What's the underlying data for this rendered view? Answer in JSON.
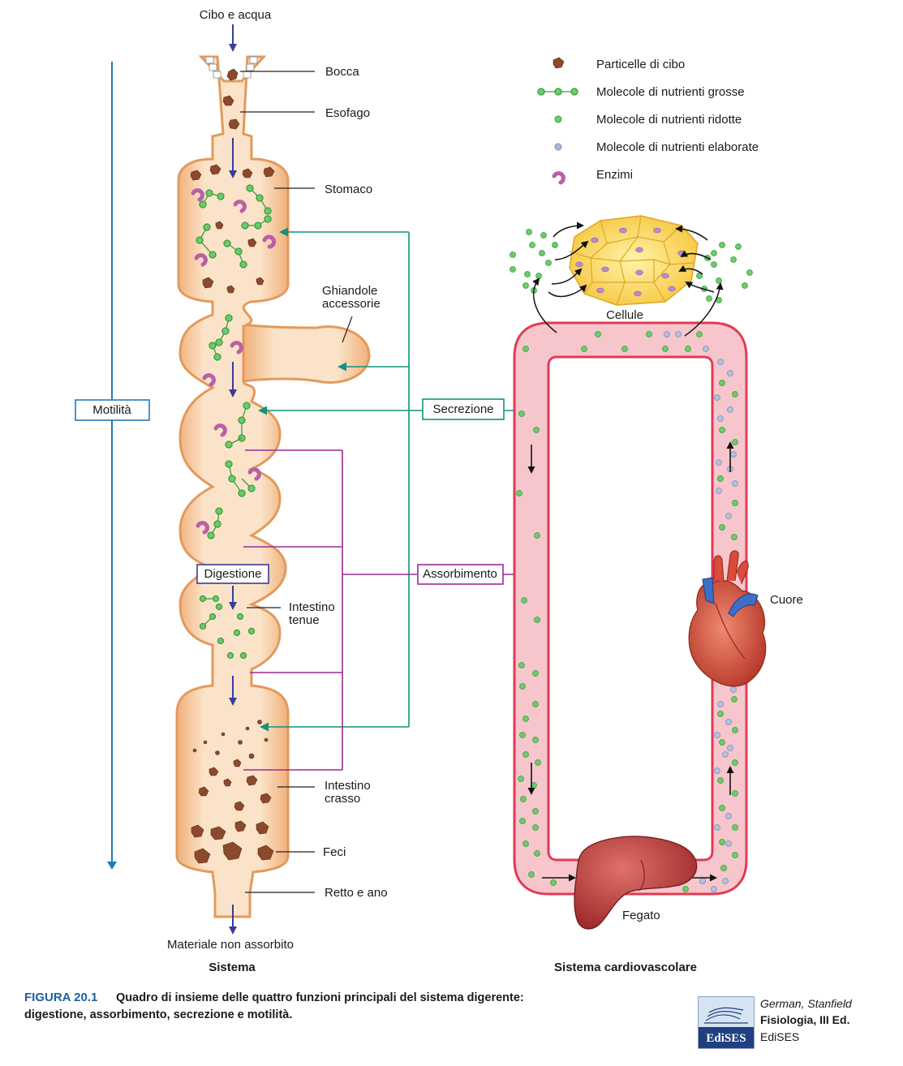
{
  "labels": {
    "input": "Cibo e acqua",
    "mouth": "Bocca",
    "esophagus": "Esofago",
    "stomach": "Stomaco",
    "glands_line1": "Ghiandole",
    "glands_line2": "accessorie",
    "small_int_line1": "Intestino",
    "small_int_line2": "tenue",
    "large_int_line1": "Intestino",
    "large_int_line2": "crasso",
    "feces": "Feci",
    "rectum": "Retto e ano",
    "output": "Materiale non assorbito",
    "cells": "Cellule",
    "heart": "Cuore",
    "liver": "Fegato"
  },
  "process_boxes": {
    "motility": "Motilità",
    "secretion": "Secrezione",
    "digestion": "Digestione",
    "absorption": "Assorbimento"
  },
  "legend": [
    {
      "icon": "food-particle-icon",
      "label": "Particelle di cibo"
    },
    {
      "icon": "large-molecule-icon",
      "label": "Molecole di nutrienti grosse"
    },
    {
      "icon": "small-molecule-icon",
      "label": "Molecole di nutrienti ridotte"
    },
    {
      "icon": "processed-molecule-icon",
      "label": "Molecole di nutrienti elaborate"
    },
    {
      "icon": "enzyme-icon",
      "label": "Enzimi"
    }
  ],
  "system_titles": {
    "digestive": "Sistema",
    "cardiovascular": "Sistema cardiovascolare"
  },
  "caption": {
    "figure": "FIGURA 20.1",
    "line1": "Quadro di insieme delle quattro funzioni principali del sistema digerente:",
    "line2": "digestione, assorbimento, secrezione e motilità."
  },
  "publisher": {
    "authors": "German, Stanfield",
    "book": "Fisiologia, III Ed.",
    "name": "EdiSES",
    "logo_text": "EdiSES"
  },
  "colors": {
    "gut_fill": "#f6c79c",
    "gut_stroke": "#e29a5c",
    "vessel_stroke": "#e23a55",
    "vessel_fill": "#f7c6cc",
    "motility_arrow": "#1f7bb7",
    "secretion_arrow": "#11937c",
    "absorption_arrow": "#9b2b94",
    "food_arrow": "#3b3b9a",
    "nutrient_green": "#5cbf5c",
    "processed_blue": "#a9b6d8",
    "enzyme": "#b860a6",
    "food": "#8b4a2c"
  }
}
